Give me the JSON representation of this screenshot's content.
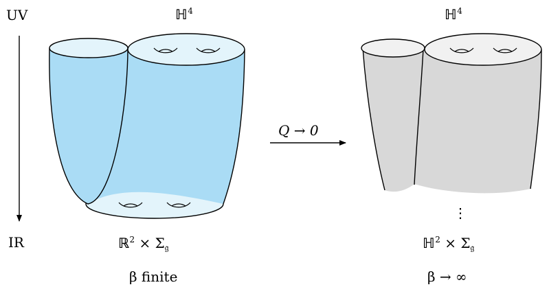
{
  "labels": {
    "uv": "UV",
    "ir": "IR",
    "left_top_space": "ℍ",
    "left_top_space_exp": "4",
    "right_top_space": "ℍ",
    "right_top_space_exp": "4",
    "arrow_label": "Q → 0",
    "left_bottom_base": "ℝ",
    "left_bottom_exp": "2",
    "left_bottom_times": " × Σ",
    "left_bottom_sub": "𝔤",
    "right_bottom_base": "ℍ",
    "right_bottom_exp": "2",
    "right_bottom_times": " × Σ",
    "right_bottom_sub": "𝔤",
    "left_condition": "β finite",
    "right_condition": "β → ∞",
    "dots": "⋮"
  },
  "colors": {
    "left_surface": "#aadcf5",
    "left_disc": "#e3f4fb",
    "right_surface": "#d8d8d8",
    "right_disc": "#f1f1f1",
    "stroke": "#000000"
  }
}
